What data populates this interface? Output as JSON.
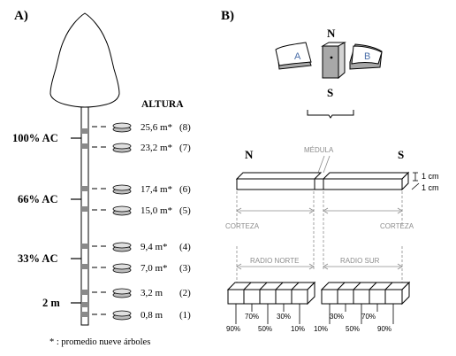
{
  "panel_a": {
    "label": "A)",
    "height_title": "ALTURA",
    "crown_levels": [
      "100% AC",
      "66% AC",
      "33% AC",
      "2 m"
    ],
    "samples": [
      {
        "height": "25,6 m*",
        "index": "(8)"
      },
      {
        "height": "23,2 m*",
        "index": "(7)"
      },
      {
        "height": "17,4 m*",
        "index": "(6)"
      },
      {
        "height": "15,0 m*",
        "index": "(5)"
      },
      {
        "height": "9,4 m*",
        "index": "(4)"
      },
      {
        "height": "7,0 m*",
        "index": "(3)"
      },
      {
        "height": "3,2 m",
        "index": "(2)"
      },
      {
        "height": "0,8 m",
        "index": "(1)"
      }
    ],
    "footnote": "* : promedio nueve árboles"
  },
  "panel_b": {
    "label": "B)",
    "disc_north": "N",
    "disc_south": "S",
    "disc_left": "A",
    "disc_right": "B",
    "bar_north": "N",
    "bar_south": "S",
    "pith": "MÉDULA",
    "dim_top": "1 cm",
    "dim_side": "1 cm",
    "bark_left": "CORTEZA",
    "bark_right": "CORTEZA",
    "radius_north": "RADIO NORTE",
    "radius_south": "RADIO SUR",
    "pct_north_upper": [
      "70%",
      "30%"
    ],
    "pct_north_lower": [
      "90%",
      "50%",
      "10%"
    ],
    "pct_south_upper": [
      "30%",
      "70%"
    ],
    "pct_south_lower": [
      "10%",
      "50%",
      "90%"
    ]
  },
  "colors": {
    "ink": "#000000",
    "gray_label": "#8c8c8c",
    "disc_side": "#a8a8a8",
    "disc_letter": "#4a6ea8"
  }
}
